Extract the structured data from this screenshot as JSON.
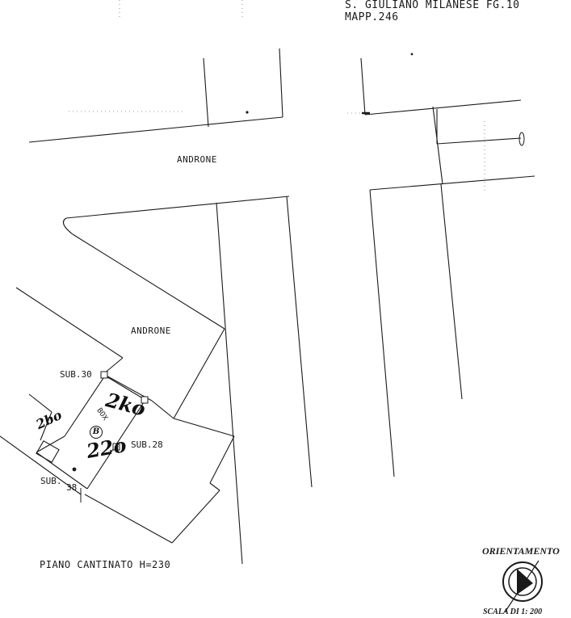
{
  "header": {
    "location": "S. GIULIANO MILANESE FG.10 MAPP.246"
  },
  "labels": {
    "androne_top": "ANDRONE",
    "androne_mid": "ANDRONE",
    "sub_30": "SUB.30",
    "sub_28": "SUB.28",
    "sub_38_a": "SUB.",
    "sub_38_b": "38",
    "box": "BOX",
    "hand_1": "2ko",
    "hand_2": "22o",
    "hand_3": "2bo",
    "hand_circle": "B"
  },
  "footer": {
    "floor": "PIANO CANTINATO H=230",
    "orientation_title": "ORIENTAMENTO",
    "scale": "SCALA DI 1: 200"
  },
  "colors": {
    "ink": "#1a1a1a",
    "paper": "#ffffff"
  },
  "icons": {
    "north_arrow": "compass-icon"
  }
}
